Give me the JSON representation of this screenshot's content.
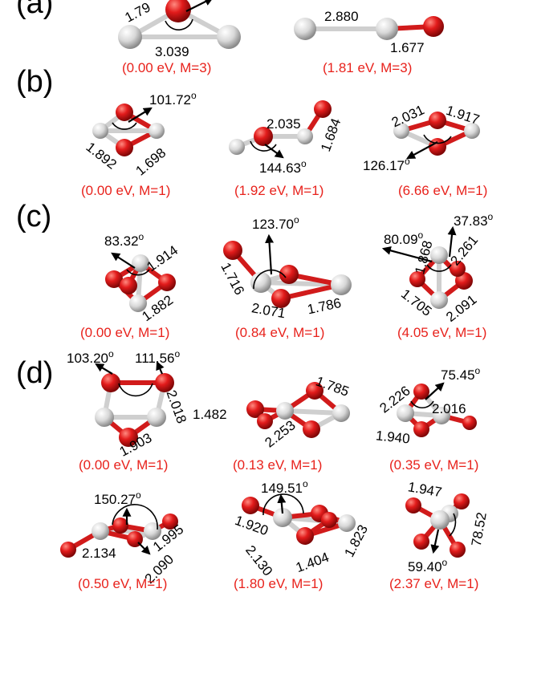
{
  "panels": {
    "a": {
      "label": "(a)",
      "e1": "(0.00 eV, M=3)",
      "e2": "(1.81 eV, M=3)",
      "s1": {
        "d1": "1.79",
        "d2": "3.039"
      },
      "s2": {
        "d1": "2.880",
        "d2": "1.677"
      }
    },
    "b": {
      "label": "(b)",
      "e1": "(0.00 eV, M=1)",
      "e2": "(1.92 eV, M=1)",
      "e3": "(6.66 eV, M=1)",
      "s1": {
        "ang": "101.72",
        "d1": "1.892",
        "d2": "1.698"
      },
      "s2": {
        "d1": "2.035",
        "d2": "1.684",
        "ang": "144.63"
      },
      "s3": {
        "d1": "2.031",
        "d2": "1.917",
        "ang": "126.17"
      }
    },
    "c": {
      "label": "(c)",
      "e1": "(0.00 eV, M=1)",
      "e2": "(0.84 eV, M=1)",
      "e3": "(4.05 eV, M=1)",
      "s1": {
        "ang": "83.32",
        "d1": "1.914",
        "d2": "1.882"
      },
      "s2": {
        "ang": "123.70",
        "d1": "1.716",
        "d2": "2.071",
        "d3": "1.786"
      },
      "s3": {
        "ang1": "80.09",
        "ang2": "37.83",
        "d1": "1.868",
        "d2": "2.261",
        "d3": "1.705",
        "d4": "2.091"
      }
    },
    "d": {
      "label": "(d)",
      "e1": "(0.00 eV, M=1)",
      "e2": "(0.13 eV, M=1)",
      "e3": "(0.35 eV, M=1)",
      "e4": "(0.50 eV, M=1)",
      "e5": "(1.80 eV, M=1)",
      "e6": "(2.37 eV, M=1)",
      "s1": {
        "ang1": "103.20",
        "ang2": "111.56",
        "d1": "2.018",
        "d2": "1.903"
      },
      "s2": {
        "d1": "1.482",
        "d2": "1.785",
        "d3": "2.253"
      },
      "s3": {
        "d1": "2.226",
        "ang": "75.45",
        "d2": "2.016",
        "d3": "1.940"
      },
      "s4": {
        "ang": "150.27",
        "d1": "1.995",
        "d2": "2.134",
        "d3": "2.090"
      },
      "s5": {
        "ang": "149.51",
        "d1": "1.920",
        "d2": "2.130",
        "d3": "1.404",
        "d4": "1.823"
      },
      "s6": {
        "d1": "1.947",
        "ang": "78.52",
        "ang2": "59.40"
      }
    }
  },
  "degree_symbol": "o",
  "colors": {
    "energy": "#e8221c",
    "oxygen": "#e21b1b",
    "metal": "#d8d8d8"
  }
}
